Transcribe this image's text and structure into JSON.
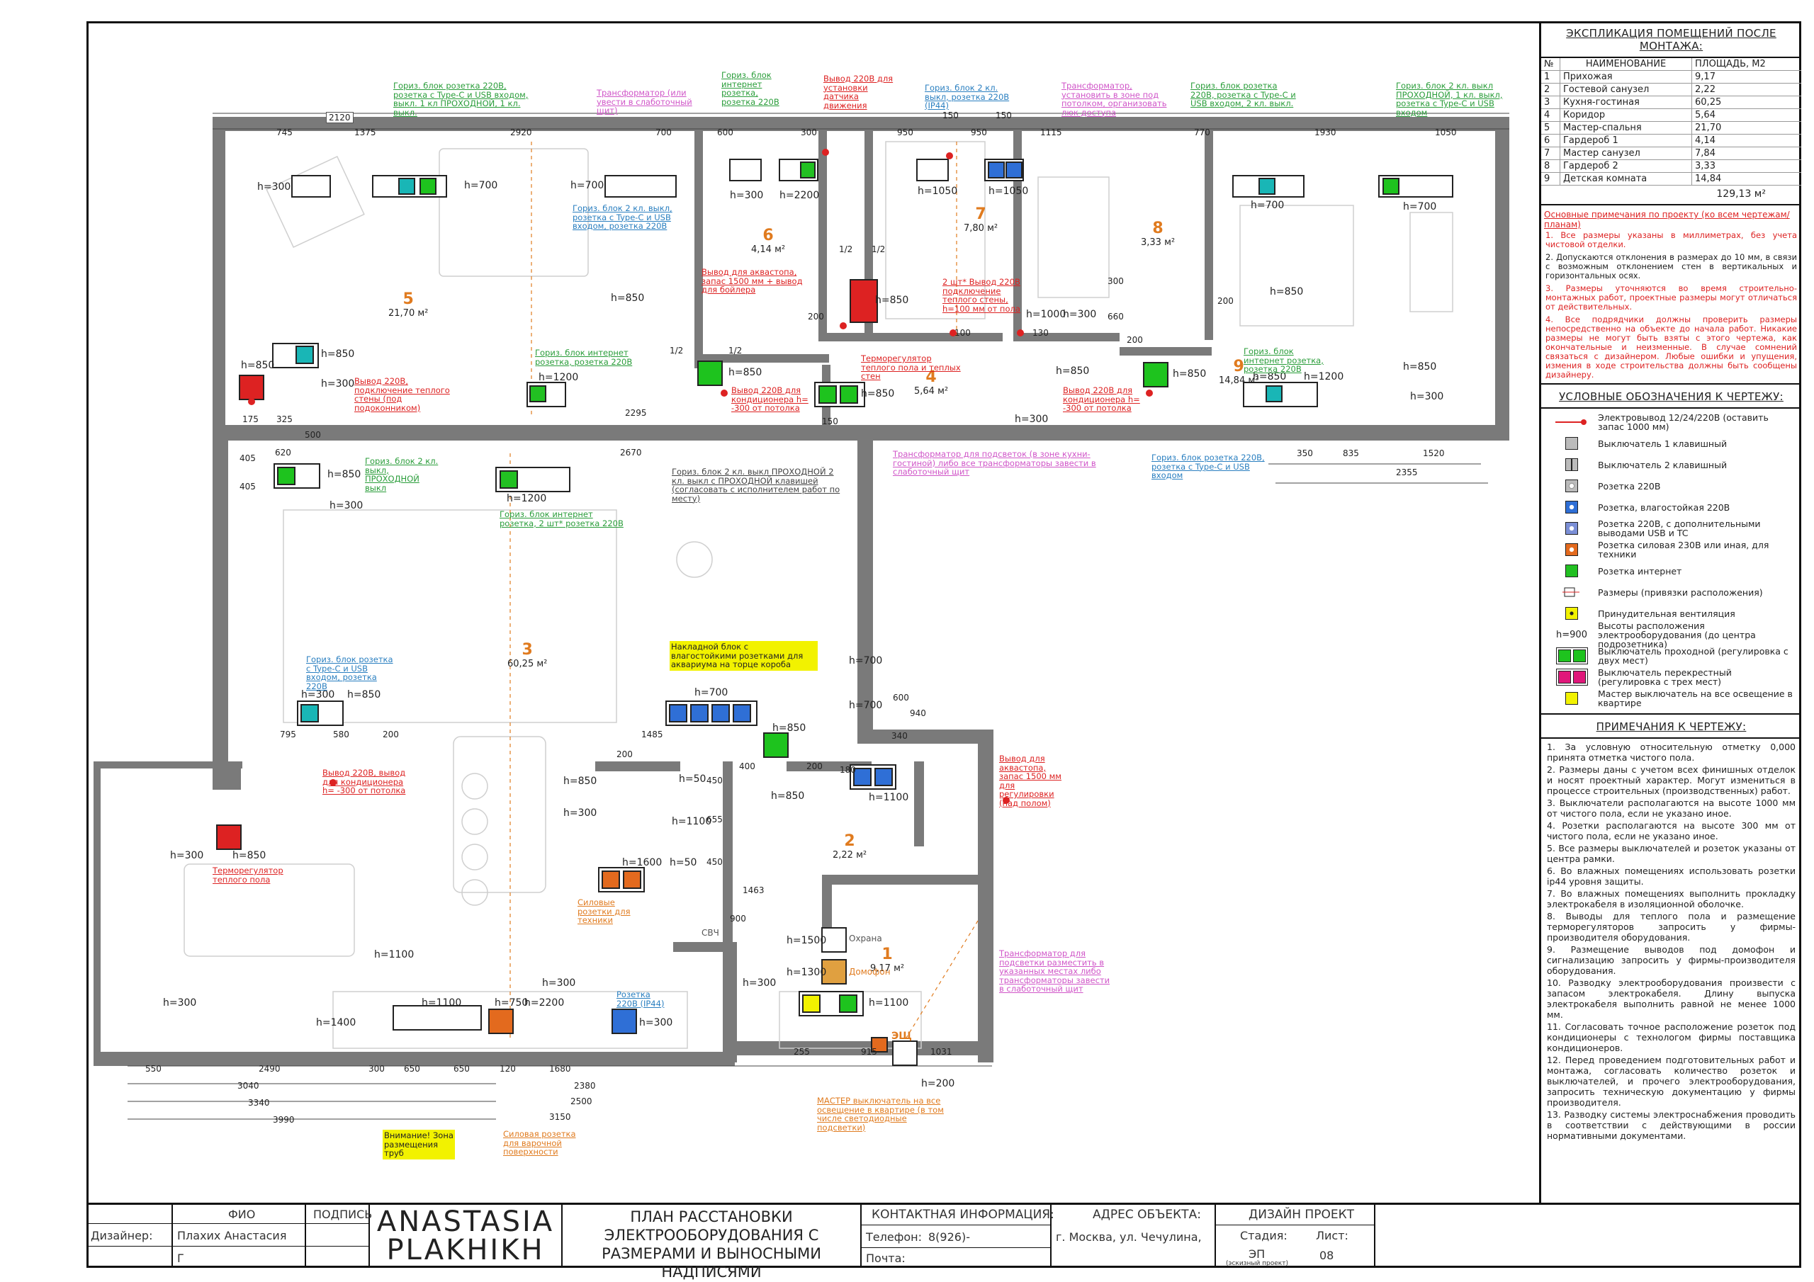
{
  "plan": {
    "rooms": [
      {
        "num": "1",
        "area": "9,17 м²"
      },
      {
        "num": "2",
        "area": "2,22 м²"
      },
      {
        "num": "3",
        "area": "60,25 м²"
      },
      {
        "num": "4",
        "area": "5,64 м²"
      },
      {
        "num": "5",
        "area": "21,70 м²"
      },
      {
        "num": "6",
        "area": "4,14 м²"
      },
      {
        "num": "7",
        "area": "7,80 м²"
      },
      {
        "num": "8",
        "area": "3,33 м²"
      },
      {
        "num": "9",
        "area": "14,84 м²"
      }
    ],
    "dims_top": [
      "2120",
      "745",
      "1375",
      "2920",
      "700",
      "600",
      "300",
      "950",
      "950",
      "1115",
      "770",
      "1930",
      "1050",
      "150",
      "150"
    ],
    "dims_bottom": [
      "550",
      "2490",
      "3040",
      "3340",
      "3990",
      "300",
      "650",
      "650",
      "120",
      "1680",
      "2380",
      "2500",
      "3150",
      "255",
      "915",
      "1031"
    ],
    "dims_mid": [
      "2670",
      "2295",
      "175",
      "325",
      "500",
      "620",
      "405",
      "405",
      "795",
      "580",
      "200",
      "1485",
      "200",
      "600",
      "940",
      "340",
      "350",
      "835",
      "1520",
      "2355",
      "200",
      "200",
      "100",
      "130",
      "150",
      "200",
      "660",
      "300",
      "400",
      "180",
      "200",
      "450",
      "655",
      "450",
      "1463",
      "900",
      "1/2",
      "1/2",
      "1/2",
      "1/2"
    ],
    "heights": [
      "h=300",
      "h=700",
      "h=700",
      "h=300",
      "h=2200",
      "h=1050",
      "h=1050",
      "h=700",
      "h=700",
      "h=850",
      "h=850",
      "h=1000",
      "h=300",
      "h=850",
      "h=850",
      "h=850",
      "h=300",
      "h=850",
      "h=1200",
      "h=850",
      "h=300",
      "h=850",
      "h=850",
      "h=300",
      "h=850",
      "h=1200",
      "h=850",
      "h=300",
      "h=1200",
      "h=850",
      "h=300",
      "h=300",
      "h=850",
      "h=700",
      "h=700",
      "h=700",
      "h=850",
      "h=850",
      "h=850",
      "h=300",
      "h=50",
      "h=1100",
      "h=1600",
      "h=50",
      "h=1100",
      "h=300",
      "h=850",
      "h=1100",
      "h=300",
      "h=1400",
      "h=1100",
      "h=750",
      "h=2200",
      "h=300",
      "h=300",
      "h=1500",
      "h=1300",
      "h=1100",
      "h=200"
    ],
    "callouts": [
      {
        "text": "Гориз. блок розетка 220В, розетка с Type-C и USB входом, выкл. 1 кл ПРОХОДНОЙ, 1 кл. выкл.",
        "color": "#2a9d3a"
      },
      {
        "text": "Трансформатор (или увести в слаботочный щит)",
        "color": "#d055c8"
      },
      {
        "text": "Гориз. блок интернет розетка, розетка 220В",
        "color": "#2a9d3a"
      },
      {
        "text": "Вывод 220В для установки датчика движения",
        "color": "#d22"
      },
      {
        "text": "Гориз. блок 2 кл. выкл, розетка 220В (IP44)",
        "color": "#2a7fc0"
      },
      {
        "text": "Трансформатор, установить в зоне под потолком, организовать люк доступа",
        "color": "#d055c8"
      },
      {
        "text": "Гориз. блок розетка 220В, розетка с Type-C и USB входом, 2 кл. выкл.",
        "color": "#2a9d3a"
      },
      {
        "text": "Гориз. блок 2 кл. выкл ПРОХОДНОЙ, 1 кл. выкл, розетка с Type-C и USB входом",
        "color": "#2a9d3a"
      },
      {
        "text": "Гориз. блок 2 кл. выкл, розетка с Type-C и USB входом, розетка 220В",
        "color": "#2a7fc0"
      },
      {
        "text": "Вывод для аквастопа, запас 1500 мм + вывод для бойлера",
        "color": "#d22"
      },
      {
        "text": "2 шт* Вывод 220В подключение теплого стены, h=100 мм от пола",
        "color": "#d22"
      },
      {
        "text": "Терморегулятор теплого пола и теплых стен",
        "color": "#d22"
      },
      {
        "text": "Гориз. блок интернет розетка, розетка 220В",
        "color": "#2a9d3a"
      },
      {
        "text": "Вывод 220В для кондиционера h= -300 от потолка",
        "color": "#d22"
      },
      {
        "text": "Вывод 220В для кондиционера h= -300 от потолка",
        "color": "#d22"
      },
      {
        "text": "Вывод 220В, подключение теплого стены (под подоконником)",
        "color": "#d22"
      },
      {
        "text": "Гориз. блок интернет розетка, розетка 220В",
        "color": "#2a9d3a"
      },
      {
        "text": "Гориз. блок 2 кл. выкл, ПРОХОДНОЙ выкл",
        "color": "#2a9d3a"
      },
      {
        "text": "Гориз. блок интернет розетка, 2 шт* розетка 220В",
        "color": "#2a9d3a"
      },
      {
        "text": "Гориз. блок 2 кл. выкл ПРОХОДНОЙ 2 кл. выкл с ПРОХОДНОЙ клавишей (согласовать с исполнителем работ по месту)",
        "color": "#444"
      },
      {
        "text": "Трансформатор для подсветок (в зоне кухни-гостиной) либо все трансформаторы завести в слаботочный щит",
        "color": "#d055c8"
      },
      {
        "text": "Гориз. блок розетка 220В, розетка с Type-C и USB входом",
        "color": "#2a7fc0"
      },
      {
        "text": "Накладной блок с влагостойкими розетками для аквариума на торце короба",
        "color": "#444"
      },
      {
        "text": "Гориз. блок розетка с Type-C и USB входом, розетка 220В",
        "color": "#2a7fc0"
      },
      {
        "text": "Вывод 220В, вывод для кондиционера h= -300 от потолка",
        "color": "#d22"
      },
      {
        "text": "Вывод для аквастопа, запас 1500 мм для регулировки (над полом)",
        "color": "#d22"
      },
      {
        "text": "Терморегулятор теплого пола",
        "color": "#d22"
      },
      {
        "text": "Силовые розетки для техники",
        "color": "#e07b1f"
      },
      {
        "text": "Розетка 220В (IP44)",
        "color": "#2a7fc0"
      },
      {
        "text": "Трансформатор для подсветки разместить в указанных местах либо трансформаторы завести в слаботочный щит",
        "color": "#d055c8"
      },
      {
        "text": "Внимание! Зона размещения труб",
        "color": "#222"
      },
      {
        "text": "Силовая розетка для варочной поверхности",
        "color": "#e07b1f"
      },
      {
        "text": "МАСТЕР выключатель на все освещение в квартире (в том числе светодиодные подсветки)",
        "color": "#e07b1f"
      }
    ],
    "labels": [
      "Охрана",
      "Домофон",
      "ЭЩ",
      "СВЧ"
    ]
  },
  "panel": {
    "explication_title": "ЭКСПЛИКАЦИЯ ПОМЕЩЕНИЙ ПОСЛЕ МОНТАЖА:",
    "explication_headers": [
      "№",
      "НАИМЕНОВАНИЕ",
      "ПЛОЩАДЬ, М2"
    ],
    "explication_rows": [
      [
        "1",
        "Прихожая",
        "9,17"
      ],
      [
        "2",
        "Гостевой санузел",
        "2,22"
      ],
      [
        "3",
        "Кухня-гостиная",
        "60,25"
      ],
      [
        "4",
        "Коридор",
        "5,64"
      ],
      [
        "5",
        "Мастер-спальня",
        "21,70"
      ],
      [
        "6",
        "Гардероб 1",
        "4,14"
      ],
      [
        "7",
        "Мастер санузел",
        "7,84"
      ],
      [
        "8",
        "Гардероб 2",
        "3,33"
      ],
      [
        "9",
        "Детская комната",
        "14,84"
      ]
    ],
    "explication_total": "129,13 м²",
    "general_notes_title": "Основные примечания по проекту (ко всем чертежам/планам)",
    "general_notes": [
      "1. Все размеры указаны в миллиметрах, без учета чистовой отделки.",
      "2. Допускаются отклонения в размерах до 10 мм, в связи с возможным отклонением стен в вертикальных и горизонтальных осях.",
      "3. Размеры уточняются во время строительно-монтажных работ, проектные размеры могут отличаться от действительных.",
      "4. Все подрядчики должны проверить размеры непосредственно на объекте до начала работ. Никакие размеры не могут быть взяты с этого чертежа, как окончательные и неизменные. В случае сомнений связаться с дизайнером. Любые ошибки и упущения, измения в ходе строительства должны быть сообщены дизайнеру."
    ],
    "legend_title": "УСЛОВНЫЕ ОБОЗНАЧЕНИЯ К ЧЕРТЕЖУ:",
    "legend": [
      {
        "icon": "electrical-outlet-point-icon",
        "text": "Электровывод 12/24/220В (оставить запас 1000 мм)"
      },
      {
        "icon": "switch-1-key-icon",
        "text": "Выключатель 1 клавишный"
      },
      {
        "icon": "switch-2-key-icon",
        "text": "Выключатель 2 клавишный"
      },
      {
        "icon": "socket-220-icon",
        "text": "Розетка 220В"
      },
      {
        "icon": "socket-waterproof-icon",
        "text": "Розетка, влагостойкая 220В"
      },
      {
        "icon": "socket-usb-icon",
        "text": "Розетка 220В, с дополнительными выводами USB и TC"
      },
      {
        "icon": "socket-power-icon",
        "text": "Розетка силовая 230В или иная, для техники"
      },
      {
        "icon": "socket-internet-icon",
        "text": "Розетка интернет"
      },
      {
        "icon": "dimension-icon",
        "text": "Размеры (привязки расположения)"
      },
      {
        "icon": "ventilation-icon",
        "text": "Принудительная вентиляция"
      },
      {
        "icon": "height-mark-icon",
        "text": "Высоты расположения электрооборудования (до центра подрозетника)"
      },
      {
        "icon": "pass-switch-icon",
        "text": "Выключатель проходной (регулировка с двух мест)"
      },
      {
        "icon": "cross-switch-icon",
        "text": "Выключатель перекрестный (регулировка с трех мест)"
      },
      {
        "icon": "master-switch-icon",
        "text": "Мастер выключатель на все освещение в квартире"
      }
    ],
    "height_sample": "h=900",
    "drawing_notes_title": "ПРИМЕЧАНИЯ К ЧЕРТЕЖУ:",
    "drawing_notes": [
      "1. За условную относительную отметку 0,000 принята отметка чистого пола.",
      "2. Размеры даны с учетом всех финишных отделок и носят проектный характер. Могут измениться в процессе строительных (производственных) работ.",
      "3. Выключатели располагаются на высоте 1000 мм от чистого пола, если не указано иное.",
      "4. Розетки располагаются на высоте 300 мм от чистого пола, если не указано иное.",
      "5. Все размеры выключателей и розеток указаны от центра рамки.",
      "6. Во влажных помещениях использовать розетки ip44 уровня защиты.",
      "7. Во влажных помещениях выполнить прокладку электрокабеля в изоляционной оболочке.",
      "8. Выводы для теплого пола и размещение терморегуляторов запросить у фирмы-производителя оборудования.",
      "9. Размещение выводов под домофон и сигнализацию запросить у фирмы-производителя оборудования.",
      "10. Разводку электрооборудования произвести с запасом электрокабеля. Длину выпуска электрокабеля выполнить равной не менее 1000 мм.",
      "11. Согласовать точное расположение розеток под кондиционеры с технологом фирмы поставщика кондиционеров.",
      "12. Перед проведением подготовительных работ и монтажа, согласовать количество розеток и выключателей, и прочего электрооборудования, запросить техническую документацию у фирмы производителя.",
      "13. Разводку системы электроснабжения проводить в соответствии с действующими в россии нормативными документами."
    ]
  },
  "titleblock": {
    "fio_label": "ФИО",
    "sign_label": "ПОДПИСЬ",
    "designer_label": "Дизайнер:",
    "designer_name": "Плахих Анастасия",
    "designer_initial": "Г",
    "brand_line1": "ANASTASIA",
    "brand_line2": "PLAKHIKH",
    "title": "ПЛАН РАССТАНОВКИ ЭЛЕКТРООБОРУДОВАНИЯ С РАЗМЕРАМИ И ВЫНОСНЫМИ НАДПИСЯМИ",
    "contact_label": "КОНТАКТНАЯ ИНФОРМАЦИЯ:",
    "phone_label": "Телефон:",
    "phone_value": "8(926)-",
    "mail_label": "Почта:",
    "mail_value": "",
    "address_label": "АДРЕС ОБЪЕКТА:",
    "address_value": "г. Москва, ул. Чечулина,",
    "project_label": "ДИЗАЙН ПРОЕКТ",
    "stage_label": "Стадия:",
    "stage_value": "ЭП",
    "stage_note": "(эскизный проект)",
    "sheet_label": "Лист:",
    "sheet_value": "08"
  },
  "colors": {
    "wall": "#7a7a7a",
    "switch_pass": "#1ec31e",
    "switch_cross": "#e0177a",
    "master": "#f2f200",
    "waterproof": "#2f6fd6",
    "usb": "#19b6b6",
    "power": "#e36a1e",
    "internet": "#22c022",
    "outlet": "#d22"
  }
}
